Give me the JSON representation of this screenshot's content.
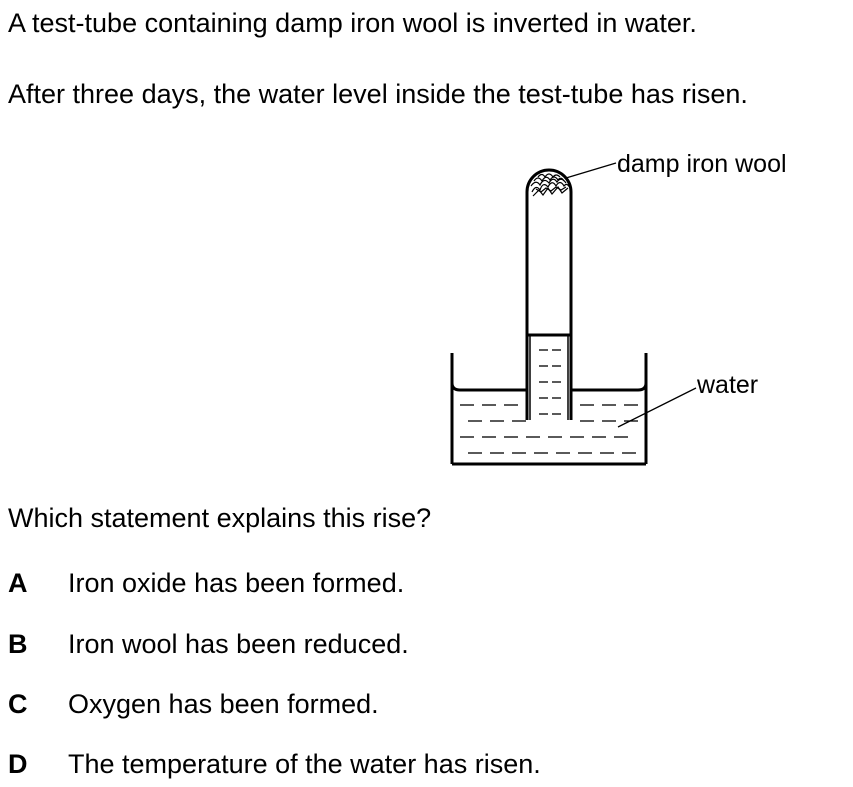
{
  "intro": {
    "line1": "A test-tube containing damp iron wool is inverted in water.",
    "line2": "After three days, the water level inside the test-tube has risen."
  },
  "diagram": {
    "label_iron_wool": "damp iron wool",
    "label_water": "water"
  },
  "question": "Which statement explains this rise?",
  "options": [
    {
      "letter": "A",
      "text": "Iron oxide has been formed."
    },
    {
      "letter": "B",
      "text": "Iron wool has been reduced."
    },
    {
      "letter": "C",
      "text": "Oxygen has been formed."
    },
    {
      "letter": "D",
      "text": "The temperature of the water has risen."
    }
  ]
}
